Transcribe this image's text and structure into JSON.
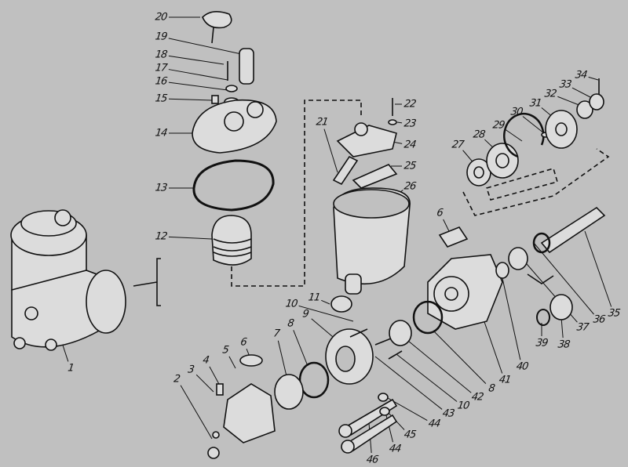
{
  "diagram": {
    "labels": [
      "20",
      "19",
      "18",
      "17",
      "16",
      "15",
      "14",
      "13",
      "12",
      "1",
      "2",
      "3",
      "4",
      "5",
      "6",
      "7",
      "8",
      "9",
      "10",
      "11",
      "21",
      "22",
      "23",
      "24",
      "25",
      "26",
      "27",
      "28",
      "29",
      "30",
      "31",
      "32",
      "33",
      "34",
      "6",
      "35",
      "36",
      "37",
      "38",
      "39",
      "40",
      "41",
      "8",
      "42",
      "10",
      "43",
      "44",
      "45",
      "44",
      "46"
    ]
  },
  "colors": {
    "background": "#c0c0c0",
    "ink": "#111111",
    "part_fill": "#dcdcdc"
  }
}
